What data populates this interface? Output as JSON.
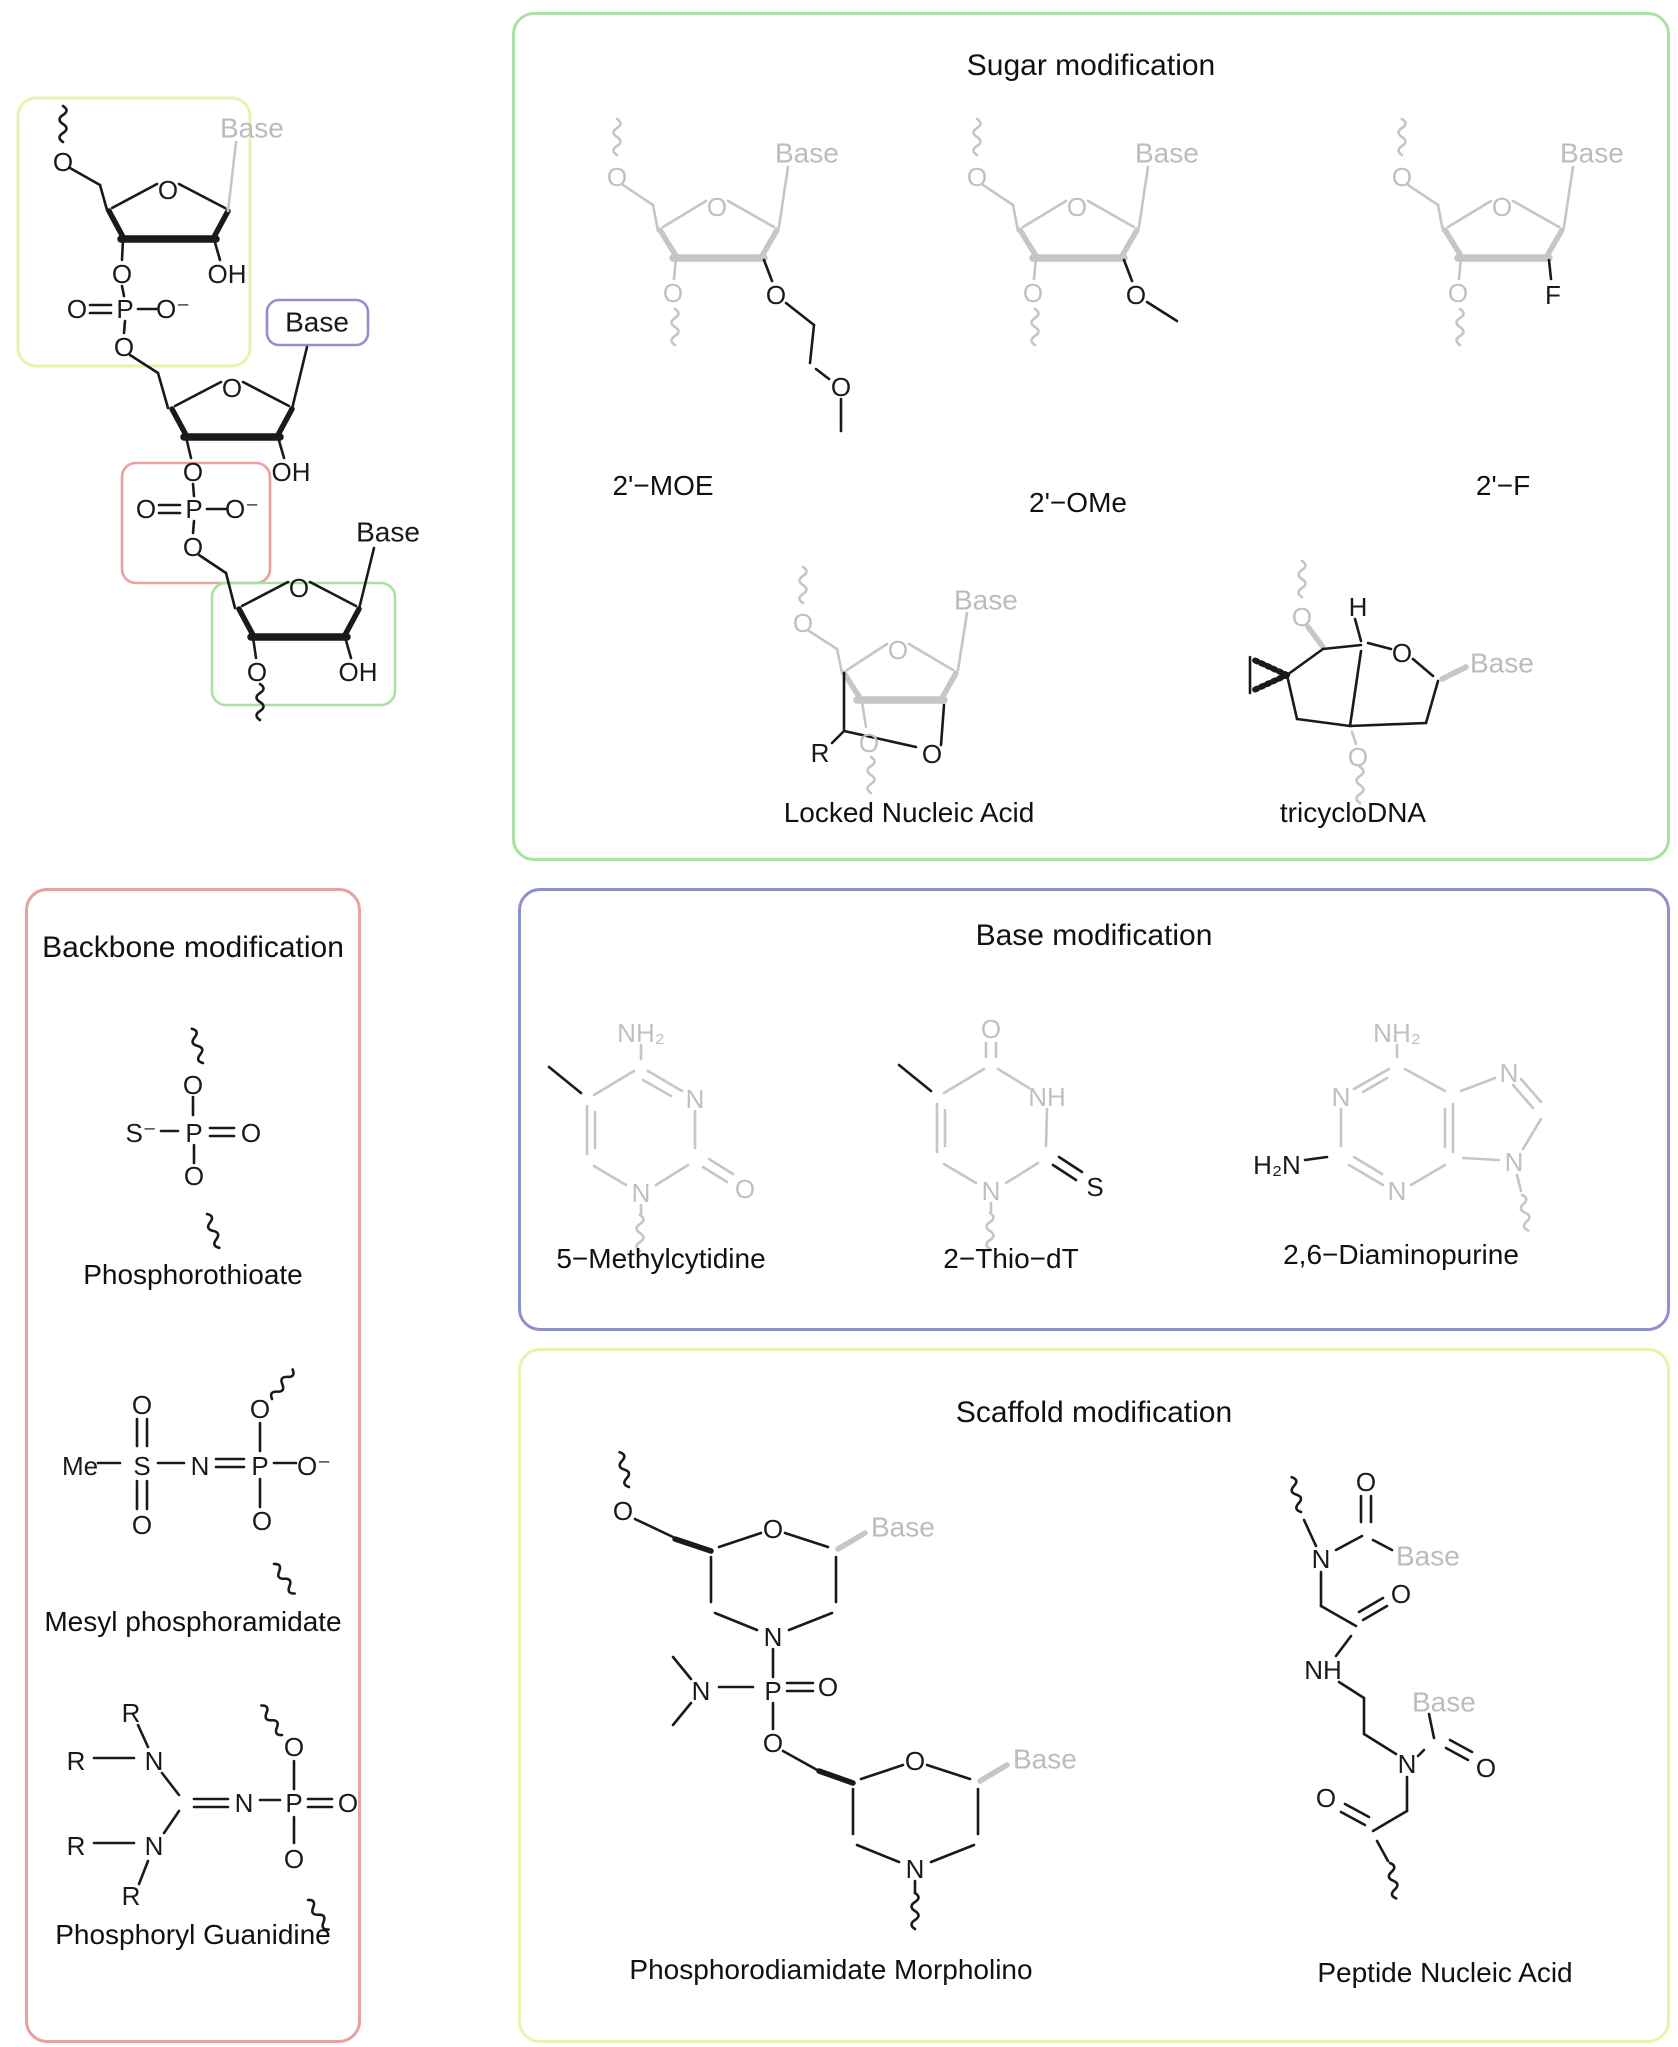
{
  "titles": {
    "sugar": "Sugar modification",
    "backbone": "Backbone modification",
    "base": "Base modification",
    "scaffold": "Scaffold modification"
  },
  "labels": {
    "moe": "2'−MOE",
    "ome": "2'−OMe",
    "f": "2'−F",
    "lna": "Locked Nucleic Acid",
    "tricyclo": "tricycloDNA",
    "ps": "Phosphorothioate",
    "mesyl": "Mesyl phosphoramidate",
    "pg": "Phosphoryl Guanidine",
    "mc": "5−Methylcytidine",
    "tdt": "2−Thio−dT",
    "dap": "2,6−Diaminopurine",
    "pmo": "Phosphorodiamidate Morpholino",
    "pna": "Peptide Nucleic Acid"
  },
  "atoms": {
    "O": "O",
    "OH": "OH",
    "P": "P",
    "O_minus": "O⁻",
    "S_minus": "S⁻",
    "S": "S",
    "N": "N",
    "NH": "NH",
    "NH2": "NH₂",
    "H2N": "H₂N",
    "F": "F",
    "R": "R",
    "Me": "Me",
    "H": "H",
    "base": "Base"
  },
  "colors": {
    "sugar_green": "#a8e2a2",
    "base_blue": "#8f91ce",
    "backbone_red": "#e9a0a0",
    "scaffold_yellow": "#eef0b0",
    "modification_black": "#1a1a1a",
    "generic_gray": "#c6c6c6"
  }
}
